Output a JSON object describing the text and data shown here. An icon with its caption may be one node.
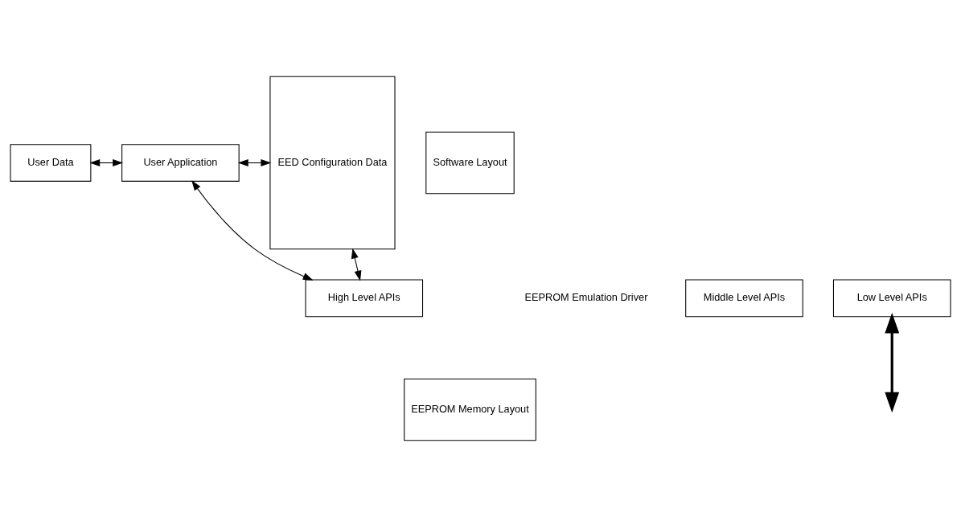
{
  "diagram": {
    "nodes": [
      {
        "text": [
          "User Data"
        ]
      },
      {
        "text": [
          "User Application"
        ]
      },
      {
        "text": [
          "High Level APIs"
        ]
      },
      {
        "text": [
          "Middle Level APIs"
        ]
      },
      {
        "text": [
          "Low Level APIs"
        ]
      },
      {
        "text": [
          "EED Configuration Data"
        ]
      },
      {
        "text": [
          "Software Layout"
        ]
      },
      {
        "text": [
          "EEPROM Memory Layout"
        ]
      }
    ],
    "edges": [
      {
        "from": 0,
        "to": 1,
        "arrow": "both"
      },
      {
        "from": 1,
        "to": 5,
        "arrow": "both"
      },
      {
        "from": 1,
        "to": 2,
        "arrow": "both"
      },
      {
        "from": 2,
        "to": 5,
        "arrow": "both"
      },
      {
        "from": 4,
        "to": null,
        "arrow": "both",
        "style": "thick"
      }
    ],
    "labels": [
      "EEPROM Emulation Driver"
    ]
  }
}
